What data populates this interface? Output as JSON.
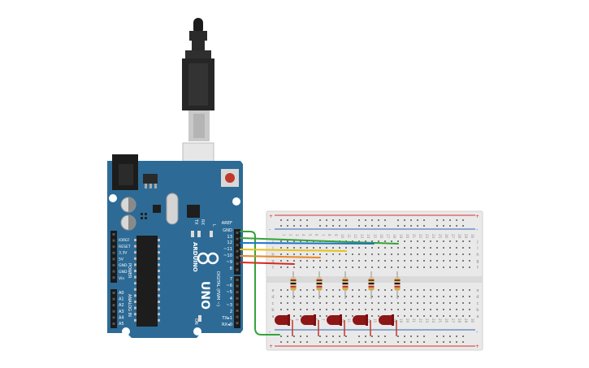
{
  "board": {
    "brand": "ARDUINO",
    "model": "UNO",
    "digital_header_label": "DIGITAL (PWM ~)",
    "power_header_label": "POWER",
    "analog_header_label": "ANALOG IN",
    "led_tx": "TX",
    "led_rx": "RX",
    "led_l": "L",
    "led_on": "ON",
    "digital_pins": [
      "AREF",
      "GND",
      "13",
      "12",
      "~11",
      "~10",
      "~9",
      "8",
      "7",
      "~6",
      "~5",
      "4",
      "~3",
      "2",
      "TX▸1",
      "RX◂0"
    ],
    "power_pins": [
      "IOREF",
      "RESET",
      "3.3V",
      "5V",
      "GND",
      "GND",
      "Vin"
    ],
    "analog_pins": [
      "A0",
      "A1",
      "A2",
      "A3",
      "A4",
      "A5"
    ]
  },
  "breadboard": {
    "row_labels": [
      "a",
      "b",
      "c",
      "d",
      "e",
      "f",
      "g",
      "h",
      "i",
      "j"
    ],
    "column_numbers": [
      "1",
      "2",
      "3",
      "4",
      "5",
      "6",
      "7",
      "8",
      "9",
      "10",
      "11",
      "12",
      "13",
      "14",
      "15",
      "16",
      "17",
      "18",
      "19",
      "20",
      "21",
      "22",
      "23",
      "24",
      "25",
      "26",
      "27",
      "28",
      "29",
      "30"
    ],
    "rail_plus": "+",
    "rail_minus": "-"
  },
  "colors": {
    "board": "#2d6b96",
    "board_dark": "#1f4f70",
    "breadboard": "#e9e9e9",
    "rail_red": "#d9312b",
    "rail_blue": "#2a62b8",
    "wire_green": "#35a33a",
    "wire_blue": "#1e73c9",
    "wire_yellow": "#e6c21a",
    "wire_orange": "#e8862a",
    "wire_red": "#d42a1e",
    "led": "#8e1616",
    "usb": "#222222"
  },
  "components": {
    "led_count": 5,
    "resistor_count": 5,
    "wire_pins": [
      "GND",
      "13",
      "12",
      "~11",
      "~10",
      "~9"
    ]
  }
}
